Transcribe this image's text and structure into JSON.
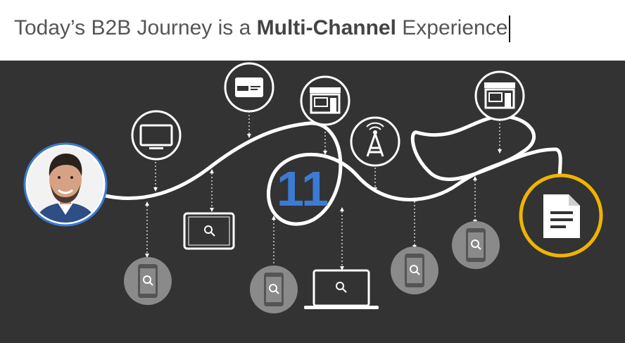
{
  "slide": {
    "title_prefix": "Today’s B2B Journey is a ",
    "title_bold": "Multi-Channel",
    "title_suffix": " Experience"
  },
  "diagram": {
    "touchpoint_count": "11",
    "background_color": "#333333",
    "accent_color": "#f0b400",
    "number_color": "#3b7bd4",
    "avatar_ring_color": "#3b7bd4"
  },
  "icons": {
    "top": [
      "monitor-icon",
      "credit-card-icon",
      "storefront-icon",
      "radio-tower-icon",
      "storefront-icon"
    ],
    "bottom": [
      "mobile-search-icon",
      "tablet-search-icon",
      "mobile-search-icon",
      "laptop-search-icon",
      "mobile-search-icon",
      "mobile-search-icon"
    ],
    "end": "document-icon",
    "start": "person-avatar"
  }
}
